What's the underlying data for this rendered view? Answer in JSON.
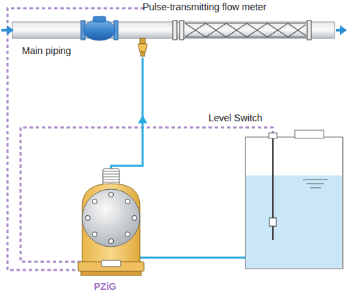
{
  "diagram": {
    "labels": [
      "Pulse-transmitting flow meter",
      "Main piping",
      "Level Switch",
      "PZiG"
    ]
  }
}
